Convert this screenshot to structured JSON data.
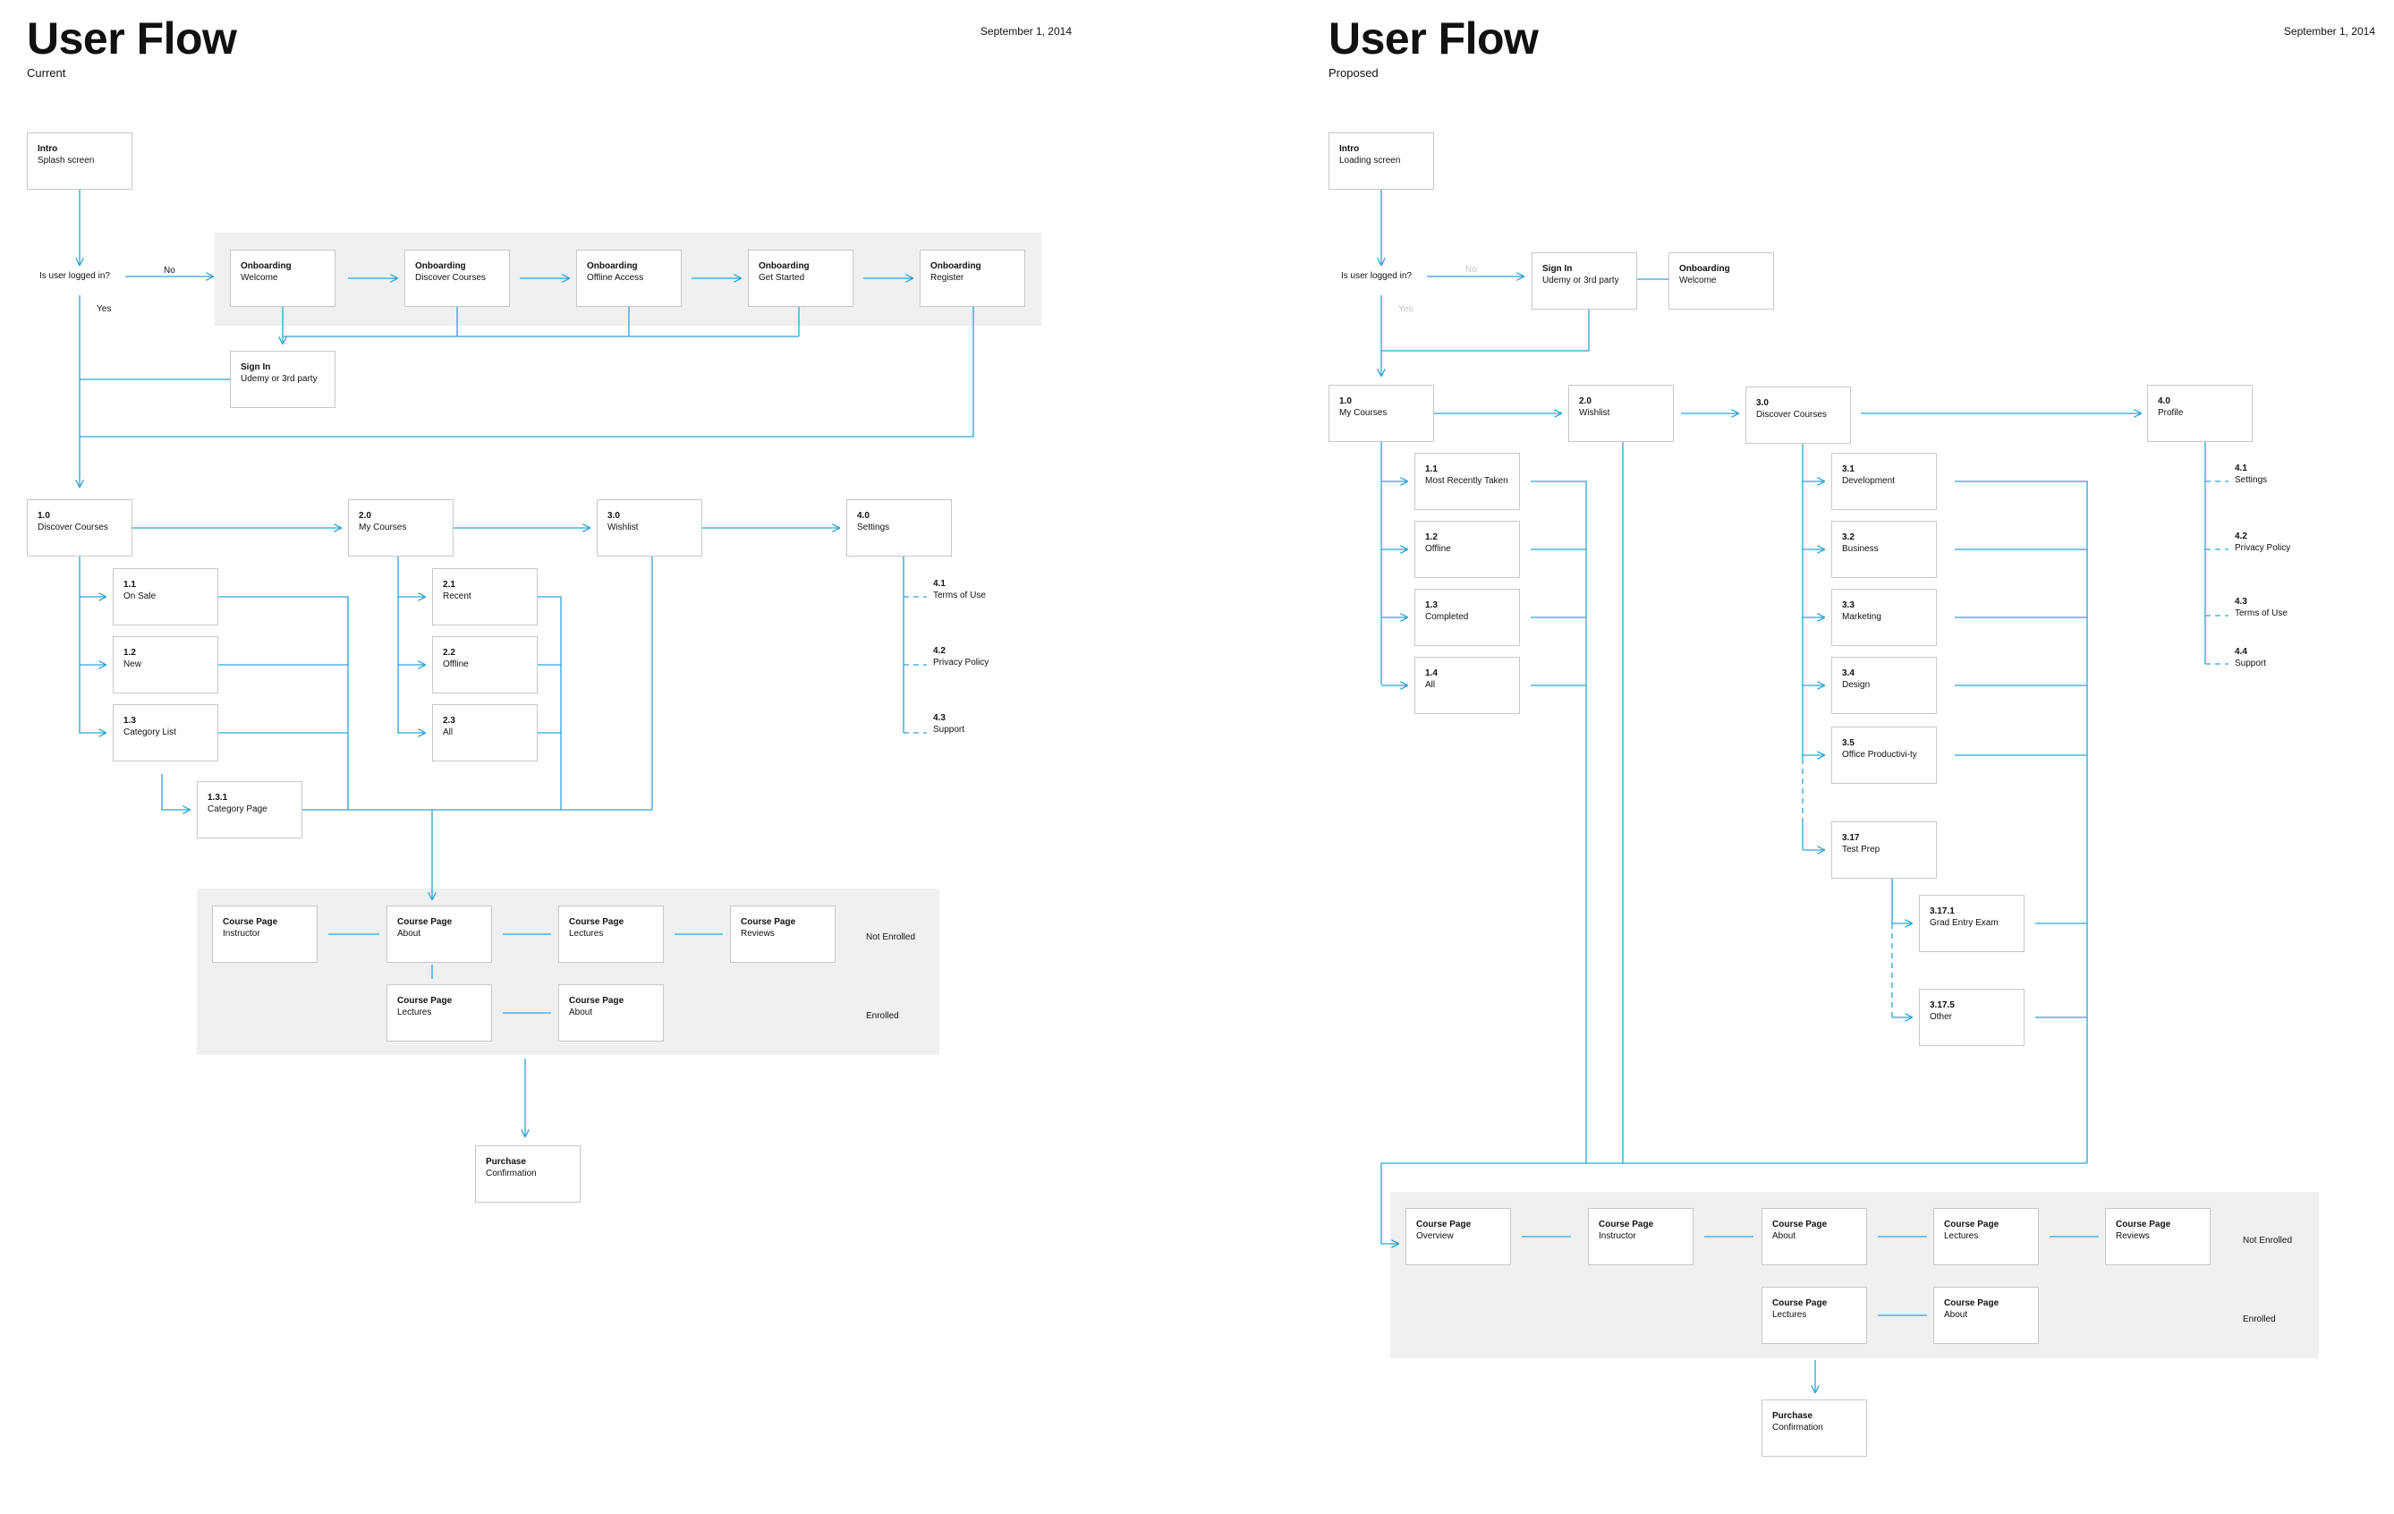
{
  "accent": "#2aa3d6",
  "current": {
    "title": "User Flow",
    "subtitle": "Current",
    "date": "September 1, 2014",
    "question": "Is user logged in?",
    "no": "No",
    "yes": "Yes",
    "intro": {
      "num": "Intro",
      "name": "Splash screen"
    },
    "onboarding": [
      {
        "num": "Onboarding",
        "name": "Welcome"
      },
      {
        "num": "Onboarding",
        "name": "Discover Courses"
      },
      {
        "num": "Onboarding",
        "name": "Offline Access"
      },
      {
        "num": "Onboarding",
        "name": "Get Started"
      },
      {
        "num": "Onboarding",
        "name": "Register"
      }
    ],
    "signin": {
      "num": "Sign In",
      "name": "Udemy or 3rd party"
    },
    "main": [
      {
        "num": "1.0",
        "name": "Discover Courses"
      },
      {
        "num": "2.0",
        "name": "My Courses"
      },
      {
        "num": "3.0",
        "name": "Wishlist"
      },
      {
        "num": "4.0",
        "name": "Settings"
      }
    ],
    "discover_sub": [
      {
        "num": "1.1",
        "name": "On Sale"
      },
      {
        "num": "1.2",
        "name": "New"
      },
      {
        "num": "1.3",
        "name": "Category List"
      }
    ],
    "category_page": {
      "num": "1.3.1",
      "name": "Category Page"
    },
    "mycourses_sub": [
      {
        "num": "2.1",
        "name": "Recent"
      },
      {
        "num": "2.2",
        "name": "Offline"
      },
      {
        "num": "2.3",
        "name": "All"
      }
    ],
    "settings_sub": [
      {
        "num": "4.1",
        "name": "Terms of Use"
      },
      {
        "num": "4.2",
        "name": "Privacy Policy"
      },
      {
        "num": "4.3",
        "name": "Support"
      }
    ],
    "course_not_enrolled": [
      {
        "num": "Course Page",
        "name": "Instructor"
      },
      {
        "num": "Course Page",
        "name": "About"
      },
      {
        "num": "Course Page",
        "name": "Lectures"
      },
      {
        "num": "Course Page",
        "name": "Reviews"
      }
    ],
    "course_enrolled": [
      {
        "num": "Course Page",
        "name": "Lectures"
      },
      {
        "num": "Course Page",
        "name": "About"
      }
    ],
    "not_enrolled_label": "Not Enrolled",
    "enrolled_label": "Enrolled",
    "purchase": {
      "num": "Purchase",
      "name": "Confirmation"
    }
  },
  "proposed": {
    "title": "User Flow",
    "subtitle": "Proposed",
    "date": "September 1, 2014",
    "question": "Is user logged in?",
    "no": "No",
    "yes": "Yes",
    "intro": {
      "num": "Intro",
      "name": "Loading screen"
    },
    "signin": {
      "num": "Sign In",
      "name": "Udemy or 3rd party"
    },
    "onboarding": {
      "num": "Onboarding",
      "name": "Welcome"
    },
    "main": [
      {
        "num": "1.0",
        "name": "My Courses"
      },
      {
        "num": "2.0",
        "name": "Wishlist"
      },
      {
        "num": "3.0",
        "name": "Discover Courses"
      },
      {
        "num": "4.0",
        "name": "Profile"
      }
    ],
    "mycourses_sub": [
      {
        "num": "1.1",
        "name": "Most Recently Taken"
      },
      {
        "num": "1.2",
        "name": "Offline"
      },
      {
        "num": "1.3",
        "name": "Completed"
      },
      {
        "num": "1.4",
        "name": "All"
      }
    ],
    "discover_sub": [
      {
        "num": "3.1",
        "name": "Development"
      },
      {
        "num": "3.2",
        "name": "Business"
      },
      {
        "num": "3.3",
        "name": "Marketing"
      },
      {
        "num": "3.4",
        "name": "Design"
      },
      {
        "num": "3.5",
        "name": "Office Productivi-ty"
      },
      {
        "num": "3.17",
        "name": "Test Prep"
      }
    ],
    "testprep_sub": [
      {
        "num": "3.17.1",
        "name": "Grad Entry Exam"
      },
      {
        "num": "3.17.5",
        "name": "Other"
      }
    ],
    "profile_sub": [
      {
        "num": "4.1",
        "name": "Settings"
      },
      {
        "num": "4.2",
        "name": "Privacy Policy"
      },
      {
        "num": "4.3",
        "name": "Terms of Use"
      },
      {
        "num": "4.4",
        "name": "Support"
      }
    ],
    "course_not_enrolled": [
      {
        "num": "Course Page",
        "name": "Overview"
      },
      {
        "num": "Course Page",
        "name": "Instructor"
      },
      {
        "num": "Course Page",
        "name": "About"
      },
      {
        "num": "Course Page",
        "name": "Lectures"
      },
      {
        "num": "Course Page",
        "name": "Reviews"
      }
    ],
    "course_enrolled": [
      {
        "num": "Course Page",
        "name": "Lectures"
      },
      {
        "num": "Course Page",
        "name": "About"
      }
    ],
    "not_enrolled_label": "Not Enrolled",
    "enrolled_label": "Enrolled",
    "purchase": {
      "num": "Purchase",
      "name": "Confirmation"
    }
  }
}
